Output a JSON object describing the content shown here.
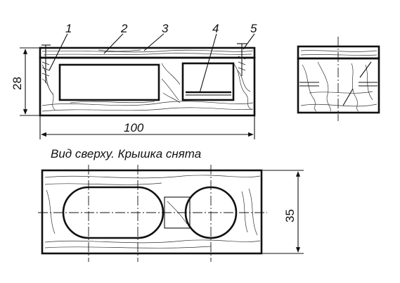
{
  "callouts": [
    "1",
    "2",
    "3",
    "4",
    "5"
  ],
  "dimensions": {
    "height": "28",
    "length": "100",
    "width": "35"
  },
  "caption": "Вид сверху. Крышка снята"
}
